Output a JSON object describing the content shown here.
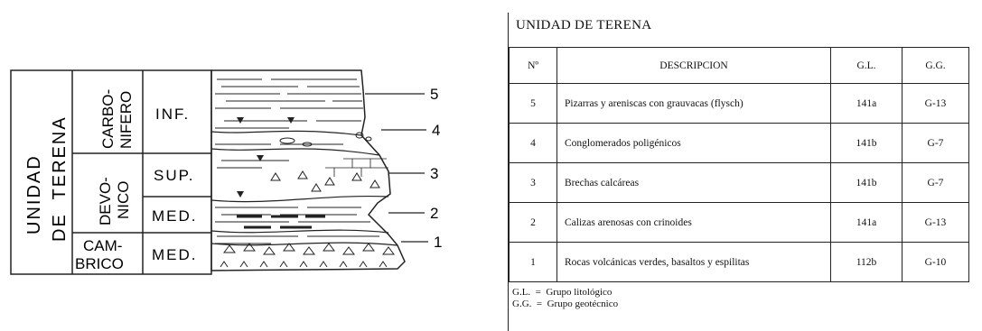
{
  "diagram": {
    "unit_label_line1": "UNIDAD",
    "unit_label_line2": "DE  TERENA",
    "systems": [
      {
        "name_line1": "CARBO-",
        "name_line2": "NIFERO"
      },
      {
        "name_line1": "DEVO-",
        "name_line2": "NICO"
      },
      {
        "name_line1": "CAM-",
        "name_line2": "BRICO"
      }
    ],
    "series": [
      "INF.",
      "SUP.",
      "MED.",
      "MED."
    ],
    "layer_numbers": [
      "5",
      "4",
      "3",
      "2",
      "1"
    ]
  },
  "table": {
    "title": "UNIDAD DE TERENA",
    "headers": [
      "Nº",
      "DESCRIPCION",
      "G.L.",
      "G.G."
    ],
    "rows": [
      {
        "n": "5",
        "descripcion": "Pizarras y areniscas con grauvacas (flysch)",
        "gl": "141a",
        "gg": "G-13"
      },
      {
        "n": "4",
        "descripcion": "Conglomerados poligénicos",
        "gl": "141b",
        "gg": "G-7"
      },
      {
        "n": "3",
        "descripcion": "Brechas calcáreas",
        "gl": "141b",
        "gg": "G-7"
      },
      {
        "n": "2",
        "descripcion": "Calizas arenosas con crinoides",
        "gl": "141a",
        "gg": "G-13"
      },
      {
        "n": "1",
        "descripcion": "Rocas volcánicas verdes, basaltos y espilitas",
        "gl": "112b",
        "gg": "G-10"
      }
    ],
    "footer": [
      "G.L.  =  Grupo litológico",
      "G.G.  =  Grupo geotécnico"
    ]
  }
}
